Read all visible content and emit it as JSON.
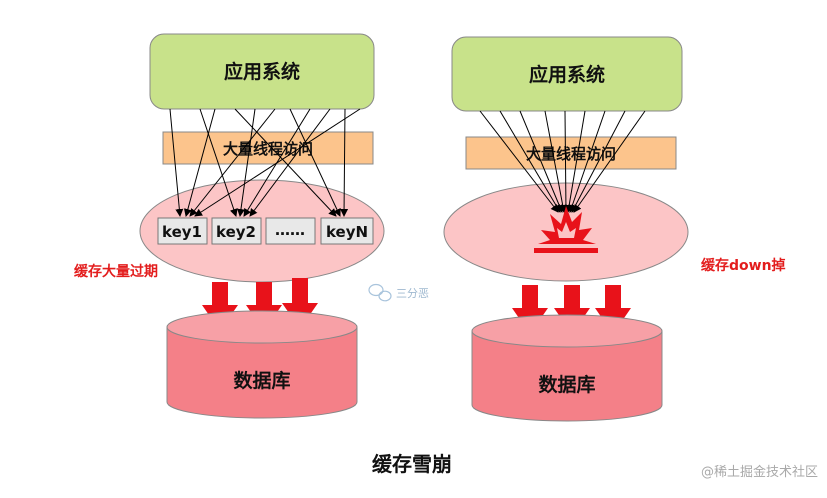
{
  "left": {
    "app_label": "应用系统",
    "threads_label": "大量线程访问",
    "keys": [
      "key1",
      "key2",
      "……",
      "keyN"
    ],
    "status_label": "缓存大量过期",
    "db_label": "数据库"
  },
  "right": {
    "app_label": "应用系统",
    "threads_label": "大量线程访问",
    "status_label": "缓存down掉",
    "db_label": "数据库"
  },
  "caption": "缓存雪崩",
  "watermark_center": "三分恶",
  "watermark_corner": "@稀土掘金技术社区",
  "colors": {
    "app_fill": "#c8e28a",
    "thread_fill": "#fcc48c",
    "cache_fill": "#fcc5c6",
    "db_fill": "#f48088",
    "arrow_red": "#e8121a",
    "status_red": "#e31d1d"
  },
  "icons": {
    "explosion": "explosion-icon",
    "watermark": "wechat-icon"
  }
}
